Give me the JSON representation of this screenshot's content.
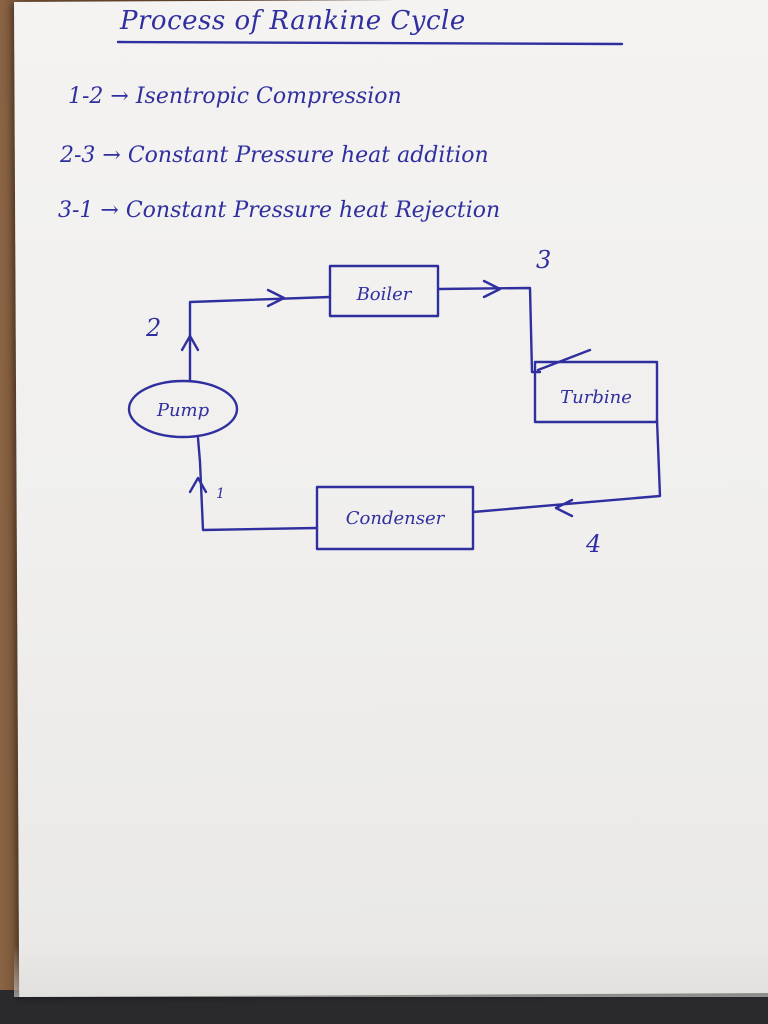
{
  "title": "Process of Rankine Cycle",
  "processes": [
    {
      "label": "1-2 → Isentropic Compression"
    },
    {
      "label": "2-3 → Constant Pressure heat addition"
    },
    {
      "label": "3-1 → Constant Pressure heat Rejection"
    }
  ],
  "components": {
    "boiler": "Boiler",
    "turbine": "Turbine",
    "condenser": "Condenser",
    "pump": "Pump"
  },
  "state_points": {
    "p1": "1",
    "p2": "2",
    "p3": "3",
    "p4": "4"
  },
  "colors": {
    "ink": "#2f2fa0",
    "paper": "#f1f0ee"
  }
}
